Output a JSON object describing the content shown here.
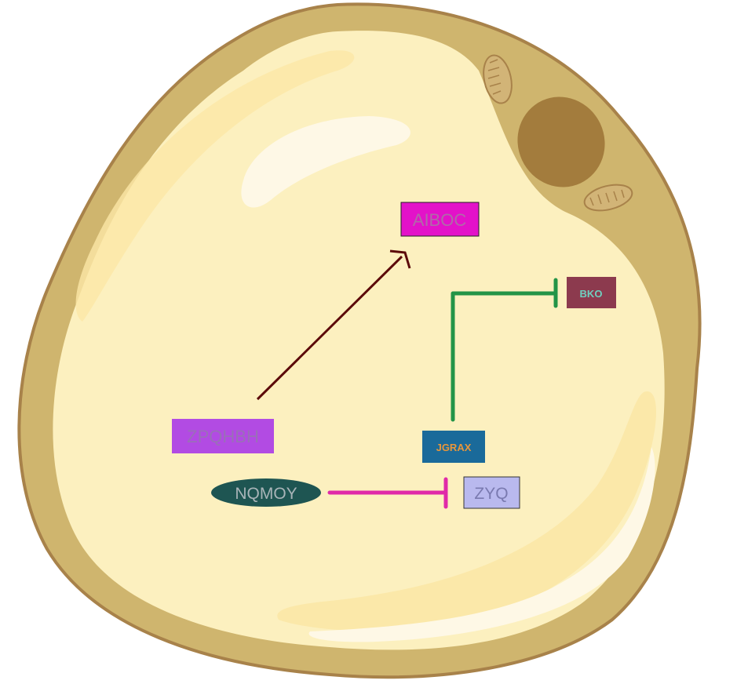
{
  "nodes": {
    "aiboc": {
      "label": "AIBOC",
      "fill": "#e312c9",
      "text_color": "#b06aa8"
    },
    "bko": {
      "label": "BKO",
      "fill": "#8c3a4e",
      "text_color": "#6fd0c0"
    },
    "zpqhbh": {
      "label": "ZPQHBH",
      "fill": "#b24be3",
      "text_color": "#9a6fb8"
    },
    "jgrax": {
      "label": "JGRAX",
      "fill": "#1a6a9a",
      "text_color": "#e8963a"
    },
    "nqmoy": {
      "label": "NQMOY",
      "fill": "#1e5552",
      "text_color": "#a8b4b8"
    },
    "zyq": {
      "label": "ZYQ",
      "fill": "#b9b9ee",
      "text_color": "#7a7ab0"
    }
  },
  "edges": [
    {
      "from": "ZPQHBH",
      "to": "AIBOC",
      "type": "activation",
      "color": "#5c0a0a"
    },
    {
      "from": "JGRAX",
      "to": "BKO",
      "type": "inhibition",
      "color": "#239447"
    },
    {
      "from": "NQMOY",
      "to": "ZYQ",
      "type": "inhibition",
      "color": "#e02aa8"
    }
  ],
  "colors": {
    "cell_wall": "#cfb56e",
    "cell_outline": "#a8824a",
    "cytoplasm": "#fcf0bf",
    "nucleus": "#a37c3d",
    "mitochondrion": "#d2b477"
  }
}
